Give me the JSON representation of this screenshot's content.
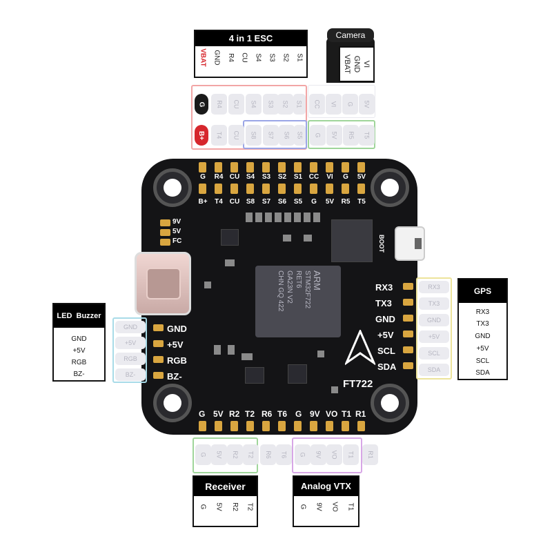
{
  "esc": {
    "title": "4 in 1 ESC",
    "labels": [
      "VBAT",
      "GND",
      "R4",
      "CU",
      "S4",
      "S3",
      "S2",
      "S1"
    ],
    "label_colors": [
      "#d6262c",
      "#222222",
      "#222222",
      "#222222",
      "#222222",
      "#222222",
      "#222222",
      "#222222"
    ]
  },
  "camera": {
    "title": "Camera",
    "labels": [
      "VBAT",
      "GND",
      "VI"
    ]
  },
  "ghost_top": {
    "row1": [
      "R4",
      "CU",
      "S4",
      "S3",
      "S2",
      "S1",
      "CC",
      "VI",
      "G",
      "5V"
    ],
    "row2": [
      "T4",
      "CU",
      "S8",
      "S7",
      "S6",
      "S5",
      "G",
      "5V",
      "R5",
      "T5"
    ],
    "g_pill": "G",
    "b_pill": "B+"
  },
  "board": {
    "top_row1": [
      "G",
      "R4",
      "CU",
      "S4",
      "S3",
      "S2",
      "S1",
      "CC",
      "VI",
      "G",
      "5V"
    ],
    "top_row2": [
      "B+",
      "T4",
      "CU",
      "S8",
      "S7",
      "S6",
      "S5",
      "G",
      "5V",
      "R5",
      "T5"
    ],
    "bottom_labels": [
      "G",
      "5V",
      "R2",
      "T2",
      "R6",
      "T6",
      "G",
      "9V",
      "VO",
      "T1",
      "R1"
    ],
    "right_labels": [
      "RX3",
      "TX3",
      "GND",
      "+5V",
      "SCL",
      "SDA"
    ],
    "left_labels": [
      "GND",
      "+5V",
      "RGB",
      "BZ-"
    ],
    "jumper_labels": [
      "9V",
      "5V",
      "FC"
    ],
    "boot_label": "BOOT",
    "brand": "FT722",
    "mcu_lines": [
      "ARM",
      "STM32F722",
      "RET6",
      "GA23N V2",
      "CHN GQ 422"
    ]
  },
  "ghost_right": [
    "RX3",
    "TX3",
    "GND",
    "+5V",
    "SCL",
    "SDA"
  ],
  "ghost_left": [
    "GND",
    "+5V",
    "RGB",
    "BZ-"
  ],
  "ghost_bottom": [
    "G",
    "5V",
    "R2",
    "T2",
    "R6",
    "T6",
    "G",
    "9V",
    "VO",
    "T1",
    "R1"
  ],
  "gps": {
    "title": "GPS",
    "items": [
      "RX3",
      "TX3",
      "GND",
      "+5V",
      "SCL",
      "SDA"
    ]
  },
  "led": {
    "title": "LED  Buzzer",
    "items": [
      "GND",
      "+5V",
      "RGB",
      "BZ-"
    ]
  },
  "receiver": {
    "title": "Receiver",
    "labels": [
      "G",
      "5V",
      "R2",
      "T2"
    ]
  },
  "vtx": {
    "title": "Analog VTX",
    "labels": [
      "G",
      "9V",
      "VO",
      "T1"
    ]
  },
  "colors": {
    "board": "#141416",
    "pad": "#d9a640",
    "esc_group": "#f2a5a5",
    "blue_group": "#9aa5e6",
    "green_group": "#9fd59a",
    "cyan_group": "#a8dbe8",
    "magenta_group": "#d7a6e6",
    "yellow_group": "#ece39a",
    "g_pill": "#1a1a1a",
    "b_pill": "#d6262c"
  }
}
